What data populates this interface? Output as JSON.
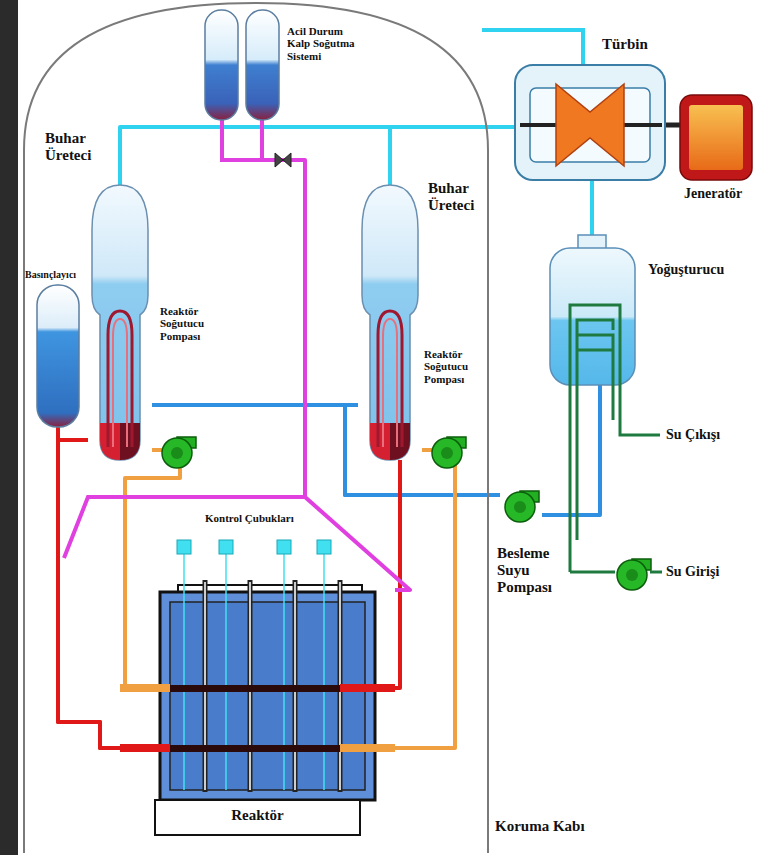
{
  "diagram": {
    "nodes": [
      {
        "text": [
          "Koruma Kabı"
        ]
      },
      {
        "text": [
          "Acil Durum Kalp Soğutma Sistemi"
        ],
        "in": 0
      },
      {
        "text": [
          "Buhar Üreteci"
        ],
        "in": 0
      },
      {
        "text": [
          "Basınçlayıcı"
        ],
        "in": 0
      },
      {
        "text": [
          "Buhar Üreteci"
        ],
        "in": 0
      },
      {
        "text": [
          "Reaktör"
        ],
        "in": 0
      },
      {
        "text": [
          "Türbin"
        ]
      },
      {
        "text": [
          "Jeneratör"
        ]
      },
      {
        "text": [
          "Yoğuşturucu"
        ]
      },
      {
        "text": [
          "Besleme Suyu Pompası"
        ]
      }
    ],
    "edges": [
      {
        "from": 2,
        "to": 6,
        "arrow": "none"
      },
      {
        "from": 4,
        "to": 6,
        "arrow": "none"
      },
      {
        "from": 6,
        "to": 7,
        "arrow": "none"
      },
      {
        "from": 6,
        "to": 8,
        "arrow": "none"
      },
      {
        "from": 8,
        "to": 9,
        "arrow": "none"
      },
      {
        "from": 9,
        "to": 2,
        "arrow": "none"
      },
      {
        "from": 9,
        "to": 4,
        "arrow": "none"
      },
      {
        "from": 5,
        "to": 2,
        "arrow": "none"
      },
      {
        "from": 3,
        "to": 5,
        "arrow": "none"
      },
      {
        "from": 5,
        "to": 4,
        "arrow": "none"
      },
      {
        "from": 2,
        "to": 5,
        "arrow": "none"
      },
      {
        "from": 4,
        "to": 5,
        "arrow": "none"
      },
      {
        "from": 1,
        "to": 5,
        "arrow": "none"
      }
    ],
    "labels": [
      "Reaktör Soğutucu Pompası",
      "Reaktör Soğutucu Pompası",
      "Kontrol Çubukları",
      "Su Çıkışı",
      "Su Girişi"
    ]
  }
}
